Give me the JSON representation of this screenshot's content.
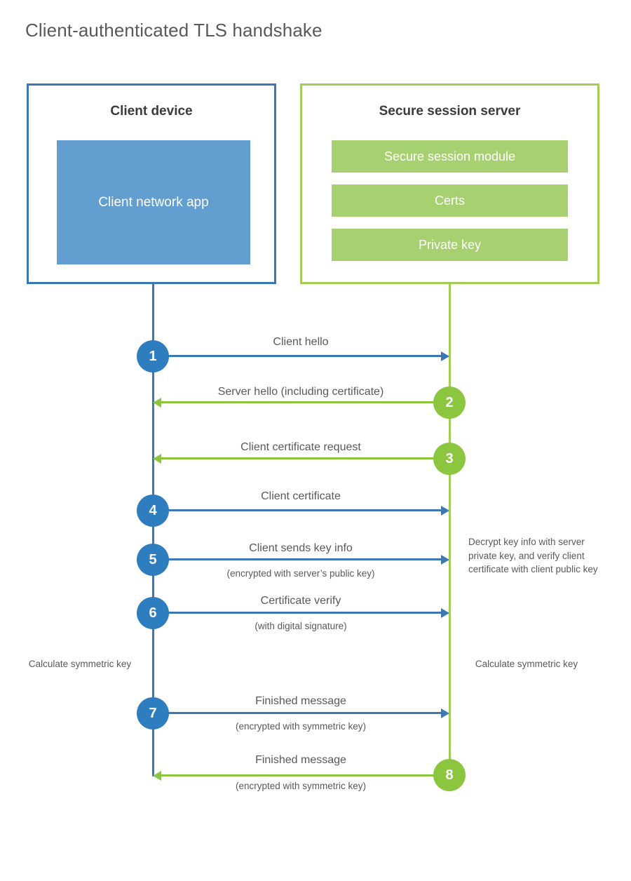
{
  "title": "Client-authenticated TLS handshake",
  "colors": {
    "blue_dark": "#3b78b5",
    "blue_circle": "#2e7dbf",
    "blue_fill": "#629fd0",
    "green_border": "#a3cd56",
    "green_bar": "#a7d170",
    "green_line": "#8cc63e",
    "text": "#58595b"
  },
  "client": {
    "title": "Client device",
    "app_label": "Client network app"
  },
  "server": {
    "title": "Secure session server",
    "components": [
      {
        "label": "Secure session module"
      },
      {
        "label": "Certs"
      },
      {
        "label": "Private key"
      }
    ]
  },
  "notes": {
    "server_decrypt": "Decrypt key info with server private key, and verify client certificate with client public key",
    "calc_client": "Calculate symmetric key",
    "calc_server": "Calculate symmetric key"
  },
  "steps": [
    {
      "number": "1",
      "label": "Client hello",
      "sub": "",
      "direction": "client-to-server",
      "color": "blue"
    },
    {
      "number": "2",
      "label": "Server hello (including certificate)",
      "sub": "",
      "direction": "server-to-client",
      "color": "green"
    },
    {
      "number": "3",
      "label": "Client certificate request",
      "sub": "",
      "direction": "server-to-client",
      "color": "green"
    },
    {
      "number": "4",
      "label": "Client certificate",
      "sub": "",
      "direction": "client-to-server",
      "color": "blue"
    },
    {
      "number": "5",
      "label": "Client sends key info",
      "sub": "(encrypted with server’s public key)",
      "direction": "client-to-server",
      "color": "blue"
    },
    {
      "number": "6",
      "label": "Certificate verify",
      "sub": "(with digital signature)",
      "direction": "client-to-server",
      "color": "blue"
    },
    {
      "number": "7",
      "label": "Finished message",
      "sub": "(encrypted with symmetric key)",
      "direction": "client-to-server",
      "color": "blue"
    },
    {
      "number": "8",
      "label": "Finished message",
      "sub": "(encrypted with symmetric key)",
      "direction": "server-to-client",
      "color": "green"
    }
  ]
}
